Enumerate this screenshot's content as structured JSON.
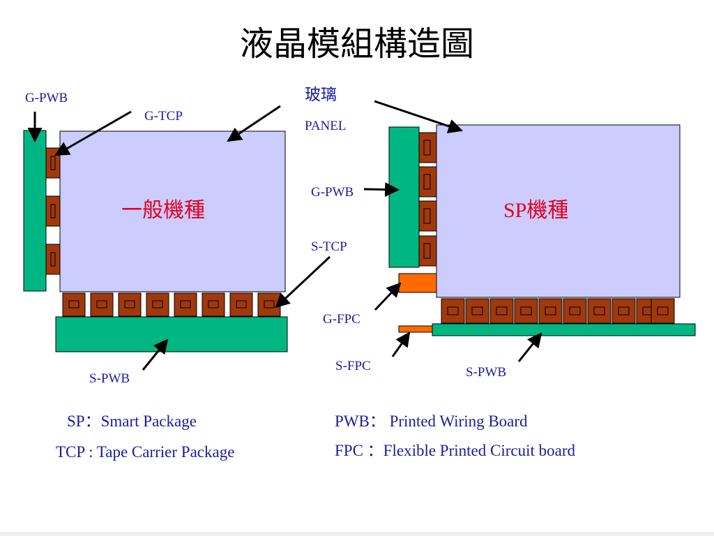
{
  "title": "液晶模組構造圖",
  "left_diagram": {
    "g_pwb_label": "G-PWB",
    "g_tcp_label": "G-TCP",
    "panel_label": "一般機種",
    "s_pwb_label": "S-PWB"
  },
  "center_labels": {
    "glass_label": "玻璃",
    "panel_label": "PANEL",
    "g_pwb_label": "G-PWB",
    "s_tcp_label": "S-TCP",
    "g_fpc_label": "G-FPC",
    "s_fpc_label": "S-FPC"
  },
  "right_diagram": {
    "panel_label": "SP機種",
    "s_pwb_label": "S-PWB"
  },
  "legend": {
    "sp": "SP：Smart Package",
    "tcp": "TCP : Tape Carrier Package",
    "pwb": "PWB：  Printed Wiring Board",
    "fpc": "FPC  ：Flexible Printed Circuit board"
  },
  "colors": {
    "panel_fill": "#ccccff",
    "pwb_fill": "#00b783",
    "tcp_fill": "#a0390c",
    "fpc_fill": "#ff6a00",
    "label_blue": "#1c1c9c",
    "accent_red": "#e3001b"
  }
}
